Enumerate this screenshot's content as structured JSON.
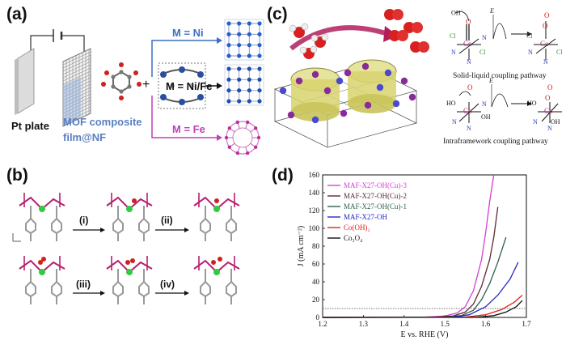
{
  "panels": {
    "a": {
      "letter": "(a)",
      "pt_plate": "Pt plate",
      "mof_label_1": "MOF composite",
      "mof_label_2": "film@NF",
      "plus": "+",
      "metal_ni": "M = Ni",
      "metal_nife": "M = Ni/Fe",
      "metal_fe": "M = Fe",
      "colors": {
        "ni": "#3b6fc4",
        "nife": "#111111",
        "fe": "#c23fb5",
        "mof_text": "#5a7fc0"
      }
    },
    "b": {
      "letter": "(b)",
      "steps": [
        "(i)",
        "(ii)",
        "(iii)",
        "(iv)"
      ]
    },
    "c": {
      "letter": "(c)",
      "oh_label": "OH",
      "energy_label": "E",
      "solid_liquid": "Solid-liquid coupling pathway",
      "intraframework": "Intraframework coupling pathway",
      "atoms": {
        "cl": "Cl",
        "n": "N",
        "co": "Co",
        "o": "O",
        "ho": "HO",
        "oh": "OH"
      }
    },
    "d": {
      "letter": "(d)"
    }
  },
  "chart_data": {
    "type": "line",
    "title": "",
    "xlabel": "E vs. RHE (V)",
    "ylabel": "J (mA cm⁻²)",
    "xlim": [
      1.2,
      1.7
    ],
    "ylim": [
      0,
      160
    ],
    "xticks": [
      "1.2",
      "1.3",
      "1.4",
      "1.5",
      "1.6",
      "1.7"
    ],
    "yticks": [
      "0",
      "20",
      "40",
      "60",
      "80",
      "100",
      "120",
      "140",
      "160"
    ],
    "reference_line_y": 10,
    "legend_position": "top-left",
    "series": [
      {
        "name": "MAF-X27-OH(Cu)-3",
        "color": "#d43fd4",
        "x": [
          1.2,
          1.45,
          1.5,
          1.53,
          1.55,
          1.57,
          1.59,
          1.6,
          1.61,
          1.62
        ],
        "y": [
          0,
          0.3,
          1.5,
          5,
          12,
          30,
          65,
          95,
          130,
          160
        ]
      },
      {
        "name": "MAF-X27-OH(Cu)-2",
        "color": "#5a2a32",
        "x": [
          1.2,
          1.48,
          1.52,
          1.55,
          1.57,
          1.59,
          1.61,
          1.62,
          1.63
        ],
        "y": [
          0,
          0.3,
          1.5,
          6,
          15,
          35,
          65,
          90,
          124
        ]
      },
      {
        "name": "MAF-X27-OH(Cu)-1",
        "color": "#2e5f4d",
        "x": [
          1.2,
          1.5,
          1.54,
          1.57,
          1.59,
          1.61,
          1.63,
          1.65
        ],
        "y": [
          0,
          0.3,
          2,
          8,
          20,
          38,
          62,
          90
        ]
      },
      {
        "name": "MAF-X27-OH",
        "color": "#2626c8",
        "x": [
          1.2,
          1.52,
          1.56,
          1.6,
          1.63,
          1.66,
          1.68
        ],
        "y": [
          0,
          0.3,
          3,
          12,
          25,
          43,
          62
        ]
      },
      {
        "name": "Co(OH)₂",
        "color": "#e02020",
        "x": [
          1.2,
          1.55,
          1.6,
          1.64,
          1.67,
          1.69
        ],
        "y": [
          0,
          0.3,
          3,
          9,
          17,
          25
        ]
      },
      {
        "name": "Co₃O₄",
        "color": "#111111",
        "x": [
          1.2,
          1.58,
          1.62,
          1.65,
          1.675,
          1.69
        ],
        "y": [
          0,
          0.3,
          2,
          6,
          12,
          19
        ]
      }
    ]
  }
}
